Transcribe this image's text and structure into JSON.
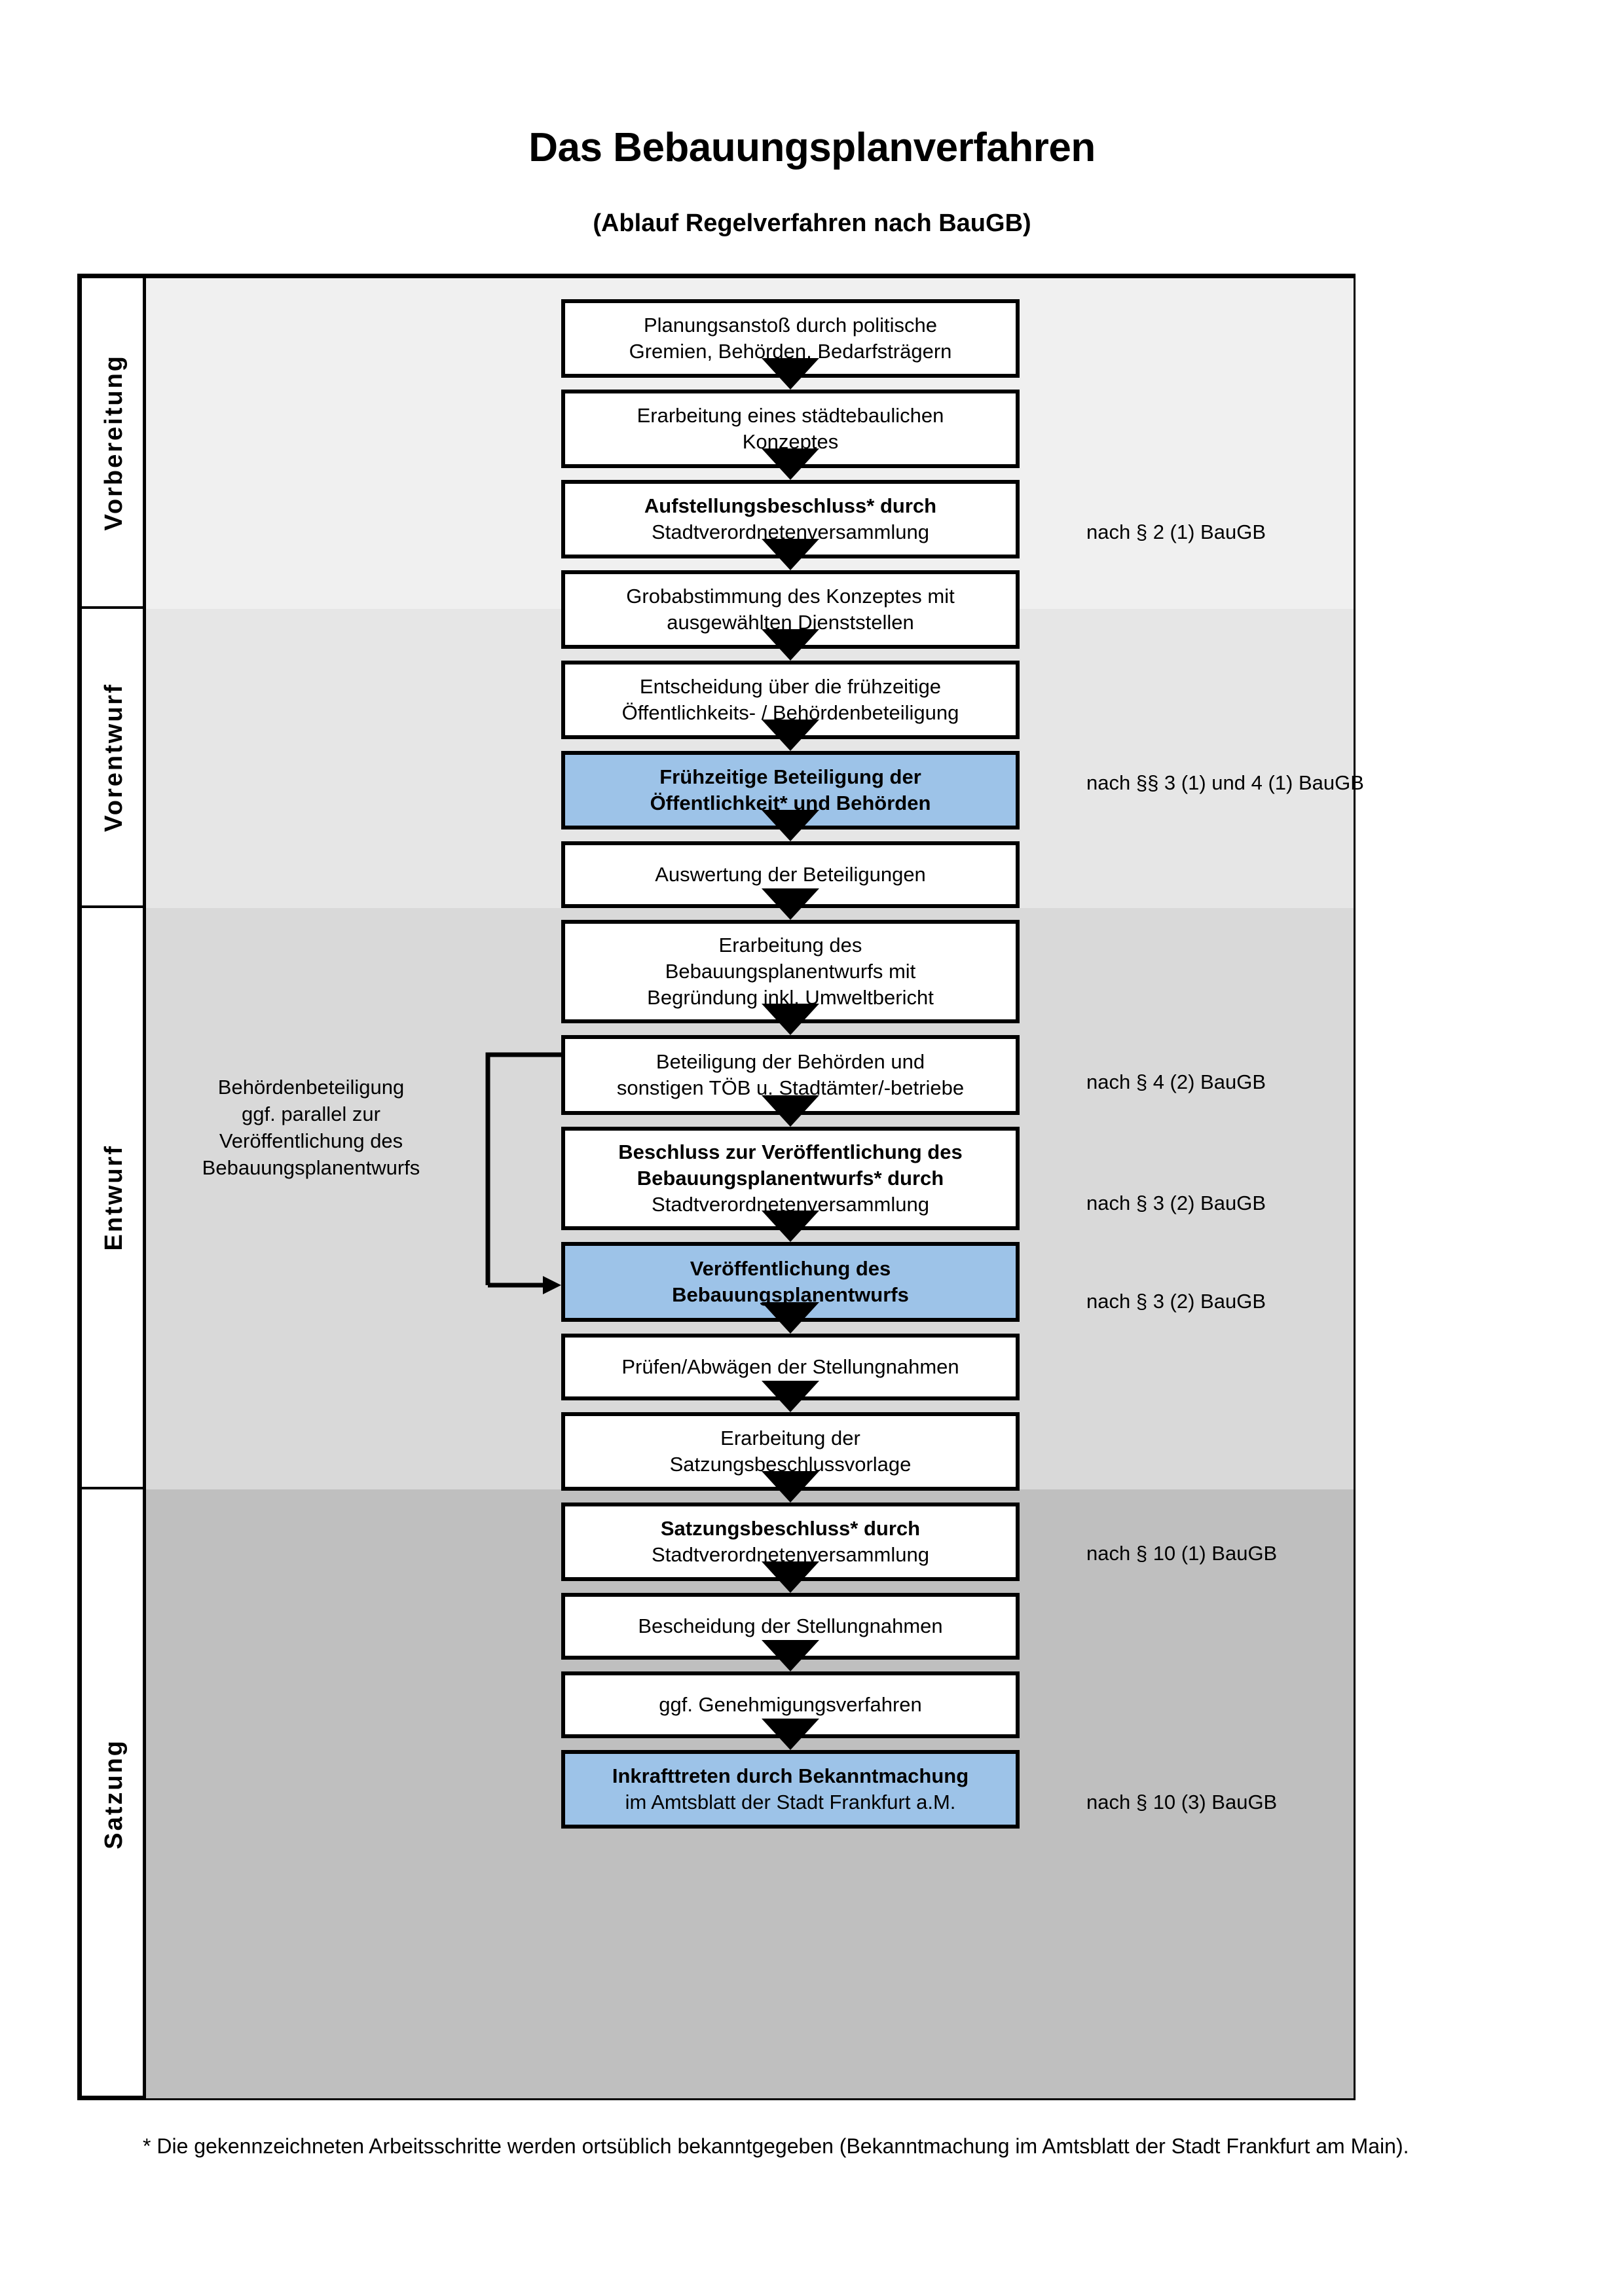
{
  "document": {
    "title": "Das Bebauungsplanverfahren",
    "subtitle": "(Ablauf Regelverfahren nach BauGB)",
    "footnote": "* Die gekennzeichneten Arbeitsschritte werden ortsüblich bekanntgegeben (Bekanntmachung im Amtsblatt  der Stadt Frankfurt am Main)."
  },
  "colors": {
    "highlight_box": "#9DC3E8",
    "band_1": "#F0F0F0",
    "band_2": "#E6E6E6",
    "band_3": "#D9D9D9",
    "band_4": "#BFBFBF",
    "border": "#000000"
  },
  "phases": [
    {
      "label": "Vorbereitung"
    },
    {
      "label": "Vorentwurf"
    },
    {
      "label": "Entwurf"
    },
    {
      "label": "Satzung"
    }
  ],
  "side_note": "Behördenbeteiligung ggf. parallel zur Veröffentlichung des Bebauungsplanentwurfs",
  "steps": [
    {
      "id": "planungsanstoss",
      "phase": "Vorbereitung",
      "lines": [
        {
          "text": "Planungsanstoß durch politische",
          "bold": false
        },
        {
          "text": "Gremien, Behörden, Bedarfsträgern",
          "bold": false
        }
      ],
      "highlighted": false
    },
    {
      "id": "staedtebauliches-konzept",
      "phase": "Vorbereitung",
      "lines": [
        {
          "text": "Erarbeitung eines städtebaulichen",
          "bold": false
        },
        {
          "text": "Konzeptes",
          "bold": false
        }
      ],
      "highlighted": false
    },
    {
      "id": "aufstellungsbeschluss",
      "phase": "Vorbereitung",
      "lines": [
        {
          "text": "Aufstellungsbeschluss* durch",
          "bold": true
        },
        {
          "text": "Stadtverordnetenversammlung",
          "bold": false
        }
      ],
      "highlighted": false
    },
    {
      "id": "grobabstimmung",
      "phase": "Vorentwurf",
      "lines": [
        {
          "text": "Grobabstimmung des Konzeptes mit",
          "bold": false
        },
        {
          "text": "ausgewählten Dienststellen",
          "bold": false
        }
      ],
      "highlighted": false
    },
    {
      "id": "entscheidung-fruehzeitige",
      "phase": "Vorentwurf",
      "lines": [
        {
          "text": "Entscheidung über die frühzeitige",
          "bold": false
        },
        {
          "text": "Öffentlichkeits- / Behördenbeteiligung",
          "bold": false
        }
      ],
      "highlighted": false
    },
    {
      "id": "fruehzeitige-beteiligung",
      "phase": "Vorentwurf",
      "lines": [
        {
          "text": "Frühzeitige Beteiligung der",
          "bold": true
        },
        {
          "text": "Öffentlichkeit* und Behörden",
          "bold": true
        }
      ],
      "highlighted": true
    },
    {
      "id": "auswertung-beteiligungen",
      "phase": "Entwurf",
      "lines": [
        {
          "text": "Auswertung der Beteiligungen",
          "bold": false
        }
      ],
      "highlighted": false
    },
    {
      "id": "erarbeitung-entwurf",
      "phase": "Entwurf",
      "lines": [
        {
          "text": "Erarbeitung des",
          "bold": false
        },
        {
          "text": "Bebauungsplanentwurfs mit",
          "bold": false
        },
        {
          "text": "Begründung inkl. Umweltbericht",
          "bold": false
        }
      ],
      "highlighted": false
    },
    {
      "id": "beteiligung-behoerden",
      "phase": "Entwurf",
      "lines": [
        {
          "text": "Beteiligung der Behörden und",
          "bold": false
        },
        {
          "text": "sonstigen TÖB u. Stadtämter/-betriebe",
          "bold": false
        }
      ],
      "highlighted": false
    },
    {
      "id": "beschluss-veroeffentlichung",
      "phase": "Entwurf",
      "lines": [
        {
          "text": "Beschluss zur Veröffentlichung des",
          "bold": true
        },
        {
          "text": "Bebauungsplanentwurfs* durch",
          "bold": true
        },
        {
          "text": "Stadtverordnetenversammlung",
          "bold": false
        }
      ],
      "highlighted": false
    },
    {
      "id": "veroeffentlichung-entwurf",
      "phase": "Entwurf",
      "lines": [
        {
          "text": "Veröffentlichung des",
          "bold": true
        },
        {
          "text": "Bebauungsplanentwurfs",
          "bold": true
        }
      ],
      "highlighted": true
    },
    {
      "id": "pruefen-abwaegen",
      "phase": "Satzung",
      "lines": [
        {
          "text": "Prüfen/Abwägen der Stellungnahmen",
          "bold": false
        }
      ],
      "highlighted": false
    },
    {
      "id": "erarbeitung-satzungsvorlage",
      "phase": "Satzung",
      "lines": [
        {
          "text": "Erarbeitung der",
          "bold": false
        },
        {
          "text": "Satzungsbeschlussvorlage",
          "bold": false
        }
      ],
      "highlighted": false
    },
    {
      "id": "satzungsbeschluss",
      "phase": "Satzung",
      "lines": [
        {
          "text": "Satzungsbeschluss* durch",
          "bold": true
        },
        {
          "text": "Stadtverordnetenversammlung",
          "bold": false
        }
      ],
      "highlighted": false
    },
    {
      "id": "bescheidung-stellungnahmen",
      "phase": "Satzung",
      "lines": [
        {
          "text": "Bescheidung der Stellungnahmen",
          "bold": false
        }
      ],
      "highlighted": false
    },
    {
      "id": "genehmigungsverfahren",
      "phase": "Satzung",
      "lines": [
        {
          "text": "ggf. Genehmigungsverfahren",
          "bold": false
        }
      ],
      "highlighted": false
    },
    {
      "id": "inkrafttreten",
      "phase": "Satzung",
      "lines": [
        {
          "text": "Inkrafttreten durch Bekanntmachung",
          "bold": true
        },
        {
          "text": "im Amtsblatt der Stadt Frankfurt a.M.",
          "bold": false
        }
      ],
      "highlighted": true
    }
  ],
  "legal_refs": [
    {
      "for_step": "aufstellungsbeschluss",
      "text": "nach § 2 (1) BauGB"
    },
    {
      "for_step": "fruehzeitige-beteiligung",
      "text": "nach §§ 3 (1) und 4 (1) BauGB"
    },
    {
      "for_step": "beteiligung-behoerden",
      "text": "nach § 4 (2) BauGB"
    },
    {
      "for_step": "beschluss-veroeffentlichung",
      "text": "nach § 3 (2) BauGB"
    },
    {
      "for_step": "veroeffentlichung-entwurf",
      "text": "nach § 3 (2) BauGB"
    },
    {
      "for_step": "satzungsbeschluss",
      "text": "nach § 10 (1) BauGB"
    },
    {
      "for_step": "inkrafttreten",
      "text": "nach § 10 (3) BauGB"
    }
  ]
}
